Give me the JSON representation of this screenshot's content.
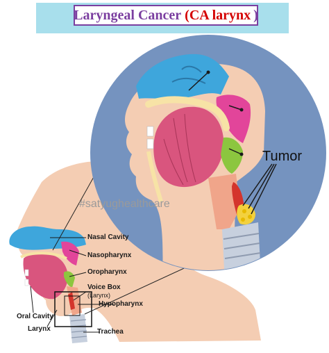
{
  "title": {
    "part1": "Laryngeal Cancer",
    "part2": "(CA larynx",
    "part3": ")"
  },
  "callout_label": "Tumor",
  "watermark": "#satyughealthcare",
  "labels": {
    "nasal_cavity": "Nasal Cavity",
    "nasopharynx": "Nasopharynx",
    "oropharynx": "Oropharynx",
    "voice_box": "Voice Box",
    "larynx_paren": "(Larynx)",
    "hypopharynx": "Hypopharynx",
    "oral_cavity": "Oral Cavity",
    "larynx": "Larynx",
    "trachea": "Trachea"
  },
  "colors": {
    "banner": "#a8dfec",
    "title_border": "#7a3fa0",
    "title_purple": "#7b3fa0",
    "title_red": "#d40000",
    "circle_bg": "#7593bf",
    "skin": "#f4cdb3",
    "nasal": "#3ea6dc",
    "nasopharynx": "#e2459a",
    "oropharynx": "#8cc63f",
    "throat": "#f0a58a",
    "tongue": "#d9557e",
    "trachea": "#c7d0de",
    "tumor": "#f3d13e"
  }
}
